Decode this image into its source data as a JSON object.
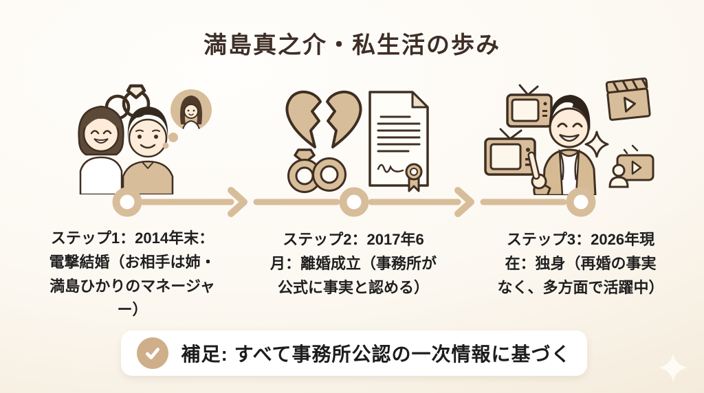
{
  "header": {
    "title": "満島真之介・私生活の歩み"
  },
  "timeline": {
    "steps": [
      {
        "label": "ステップ1：2014年末：電撃結婚（お相手は姉・満島ひかりのマネージャー）",
        "lines": [
          "ステップ1：2014年末：",
          "電撃結婚（お相手は姉・",
          "満島ひかりのマネージャ",
          "ー）"
        ]
      },
      {
        "label": "ステップ2：2017年6月：離婚成立（事務所が公式に事実と認める）",
        "lines": [
          "ステップ2：2017年6",
          "月：離婚成立（事務所が",
          "公式に事実と認める）"
        ]
      },
      {
        "label": "ステップ3：2026年現在：独身（再婚の事実なく、多方面で活躍中）",
        "lines": [
          "ステップ3：2026年現",
          "在：独身（再婚の事実",
          "なく、多方面で活躍中）"
        ]
      }
    ]
  },
  "footer": {
    "note": "補足: すべて事務所公認の一次情報に基づく"
  },
  "colors": {
    "accent_tan": "#d8bd9a",
    "outline_brown": "#3f2f22",
    "title_brown": "#3e2e26",
    "text_dark": "#1f1f1f",
    "check_circle_tan": "#cfae8a",
    "card_white": "#ffffff",
    "background_cream": "#efe2cf",
    "skin": "#fcecd9"
  }
}
